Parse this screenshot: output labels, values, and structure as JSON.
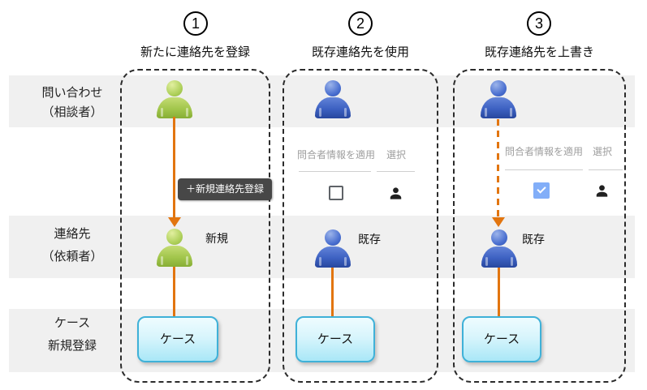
{
  "left_rail": {
    "rows": [
      {
        "line1": "問い合わせ",
        "line2": "（相談者）"
      },
      {
        "line1": "連絡先",
        "line2": "（依頼者）"
      },
      {
        "line1": "ケース",
        "line2": "新規登録"
      }
    ]
  },
  "columns": [
    {
      "number": "1",
      "title": "新たに連絡先を登録",
      "new_contact_button": "＋新規連絡先登録",
      "contact_state_label": "新規",
      "case_box_label": "ケース"
    },
    {
      "number": "2",
      "title": "既存連絡先を使用",
      "apply_table": {
        "header_apply": "問合者情報を適用",
        "header_select": "選択",
        "checkbox_checked": false
      },
      "contact_state_label": "既存",
      "case_box_label": "ケース"
    },
    {
      "number": "3",
      "title": "既存連絡先を上書き",
      "apply_table": {
        "header_apply": "問合者情報を適用",
        "header_select": "選択",
        "checkbox_checked": true
      },
      "contact_state_label": "既存",
      "case_box_label": "ケース"
    }
  ],
  "icons": {
    "inquiry_person_green": "green 3d person",
    "inquiry_person_blue": "blue 3d person",
    "contact_select_person": "black person silhouette",
    "checkbox_unchecked": "empty square",
    "checkbox_checked": "blue square with white check",
    "plus": "＋",
    "arrow_down": "orange down arrow"
  },
  "colors": {
    "accent_orange": "#e2750f",
    "row_band_bg": "#f0f0f0",
    "button_bg": "#474747",
    "case_box_border": "#3fb1d8",
    "case_box_fill": "#bfeef9",
    "checkbox_checked_fill": "#82aef8",
    "table_header_text": "#9e9e9e"
  }
}
